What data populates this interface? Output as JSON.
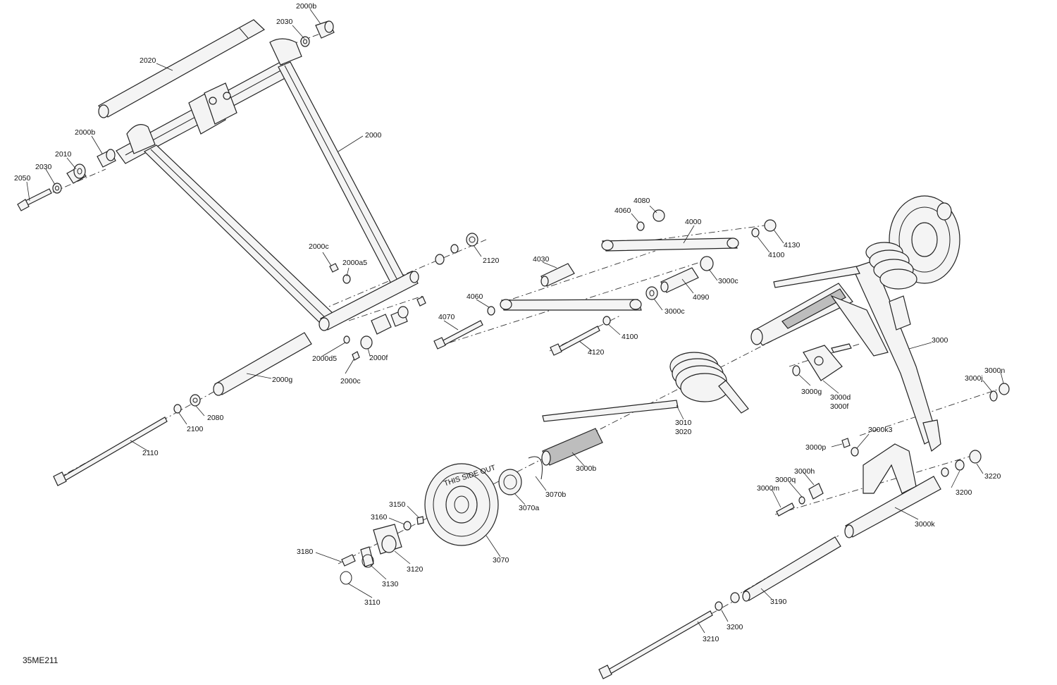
{
  "diagram": {
    "reference_code": "35ME211",
    "part_labels": {
      "p2000b_top": "2000b",
      "p2030_top": "2030",
      "p2020": "2020",
      "p2000b_left": "2000b",
      "p2000": "2000",
      "p2010": "2010",
      "p2030_left": "2030",
      "p2050": "2050",
      "p2000c_a": "2000c",
      "p2000a5": "2000a5",
      "p2120": "2120",
      "p2000d5": "2000d5",
      "p2000f": "2000f",
      "p2000c_b": "2000c",
      "p2000g": "2000g",
      "p2080": "2080",
      "p2100": "2100",
      "p2110": "2110",
      "p4080": "4080",
      "p4060_top": "4060",
      "p4000": "4000",
      "p4130": "4130",
      "p4100_top": "4100",
      "p4030": "4030",
      "p3000c_top": "3000c",
      "p4090": "4090",
      "p3000c_mid": "3000c",
      "p4060_mid": "4060",
      "p4070": "4070",
      "p4100_mid": "4100",
      "p4120": "4120",
      "p3000": "3000",
      "p3000n": "3000n",
      "p3000j": "3000j",
      "p3000g": "3000g",
      "p3000d": "3000d",
      "p3000f": "3000f",
      "p3010": "3010",
      "p3020": "3020",
      "p3000k3": "3000k3",
      "p3000p": "3000p",
      "p3000b": "3000b",
      "p3000h": "3000h",
      "p3000q": "3000q",
      "p3000m": "3000m",
      "p3220": "3220",
      "p3200_right": "3200",
      "p3000k": "3000k",
      "p3070b": "3070b",
      "p3070a": "3070a",
      "p3150": "3150",
      "p3160": "3160",
      "p3180": "3180",
      "p3120": "3120",
      "p3130": "3130",
      "p3110": "3110",
      "p3070": "3070",
      "p3190": "3190",
      "p3200_bottom": "3200",
      "p3210": "3210"
    },
    "wheel_text": "THIS SIDE OUT"
  }
}
